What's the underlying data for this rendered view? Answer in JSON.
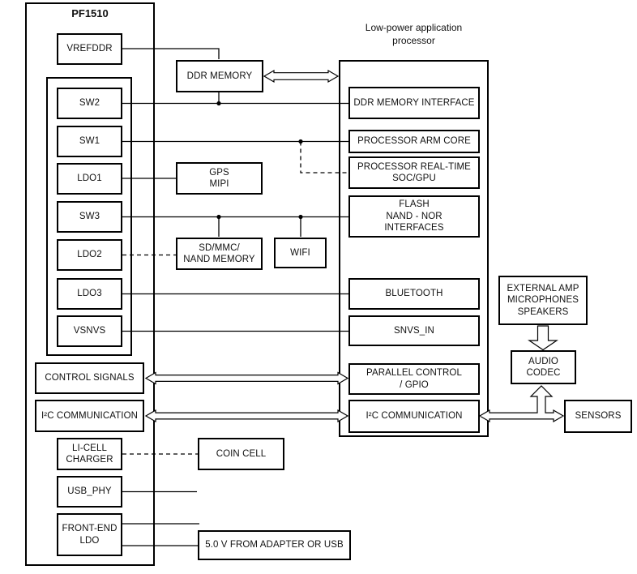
{
  "pf1510": {
    "title": "PF1510",
    "vrefddr": "VREFDDR",
    "regulators": [
      "SW2",
      "SW1",
      "LDO1",
      "SW3",
      "LDO2",
      "LDO3",
      "VSNVS"
    ],
    "control_signals": "CONTROL SIGNALS",
    "i2c": "I²C COMMUNICATION",
    "li_cell_charger": "LI-CELL\nCHARGER",
    "usb_phy": "USB_PHY",
    "front_end_ldo": "FRONT-END\nLDO"
  },
  "peripherals": {
    "ddr_memory": "DDR MEMORY",
    "gps_mipi": "GPS\nMIPI",
    "sd_mmc_nand": "SD/MMC/\nNAND MEMORY",
    "wifi": "WIFI",
    "coin_cell": "COIN CELL",
    "supply_5v": "5.0 V FROM ADAPTER OR USB"
  },
  "processor": {
    "label": "Low-power application\nprocessor",
    "blocks": [
      "DDR MEMORY INTERFACE",
      "PROCESSOR ARM CORE",
      "PROCESSOR REAL-TIME\nSOC/GPU",
      "FLASH\nNAND - NOR\nINTERFACES",
      "BLUETOOTH",
      "SNVS_IN",
      "PARALLEL CONTROL\n/ GPIO",
      "I²C COMMUNICATION"
    ]
  },
  "audio": {
    "external_amp": "EXTERNAL AMP\nMICROPHONES\nSPEAKERS",
    "codec": "AUDIO\nCODEC",
    "sensors": "SENSORS"
  },
  "colors": {
    "line": "#000000",
    "box_fill": "#ffffff",
    "background": "#ffffff"
  }
}
